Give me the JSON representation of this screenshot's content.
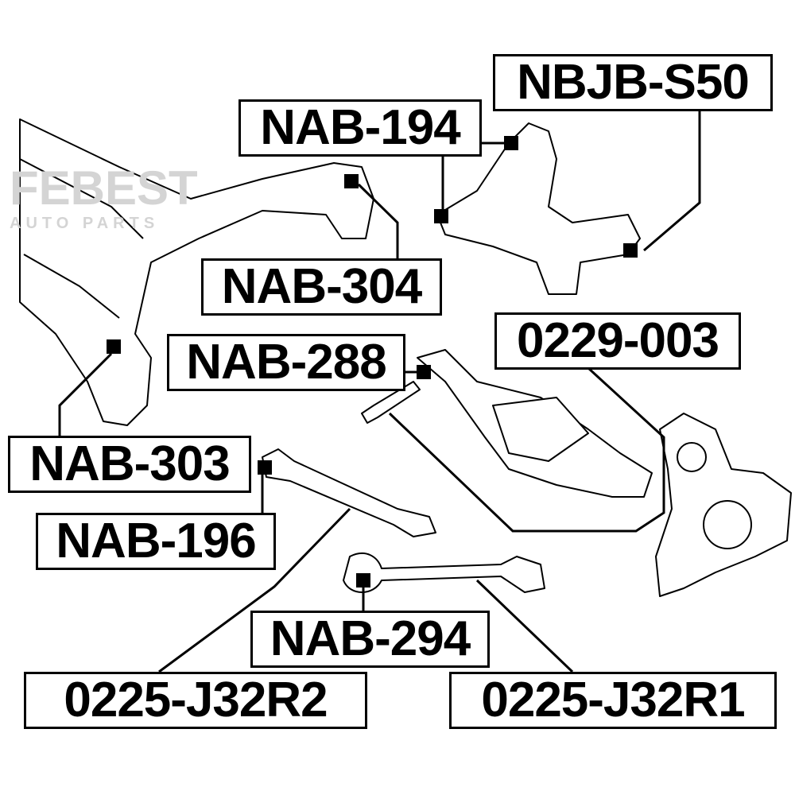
{
  "watermark": {
    "brand": "FEBEST",
    "sub": "AUTO PARTS"
  },
  "labels": {
    "nbjb_s50": "NBJB-S50",
    "nab_194": "NAB-194",
    "nab_304": "NAB-304",
    "nab_288": "NAB-288",
    "p0229_003": "0229-003",
    "nab_303": "NAB-303",
    "nab_196": "NAB-196",
    "nab_294": "NAB-294",
    "p0225_j32r2": "0225-J32R2",
    "p0225_j32r1": "0225-J32R1"
  }
}
